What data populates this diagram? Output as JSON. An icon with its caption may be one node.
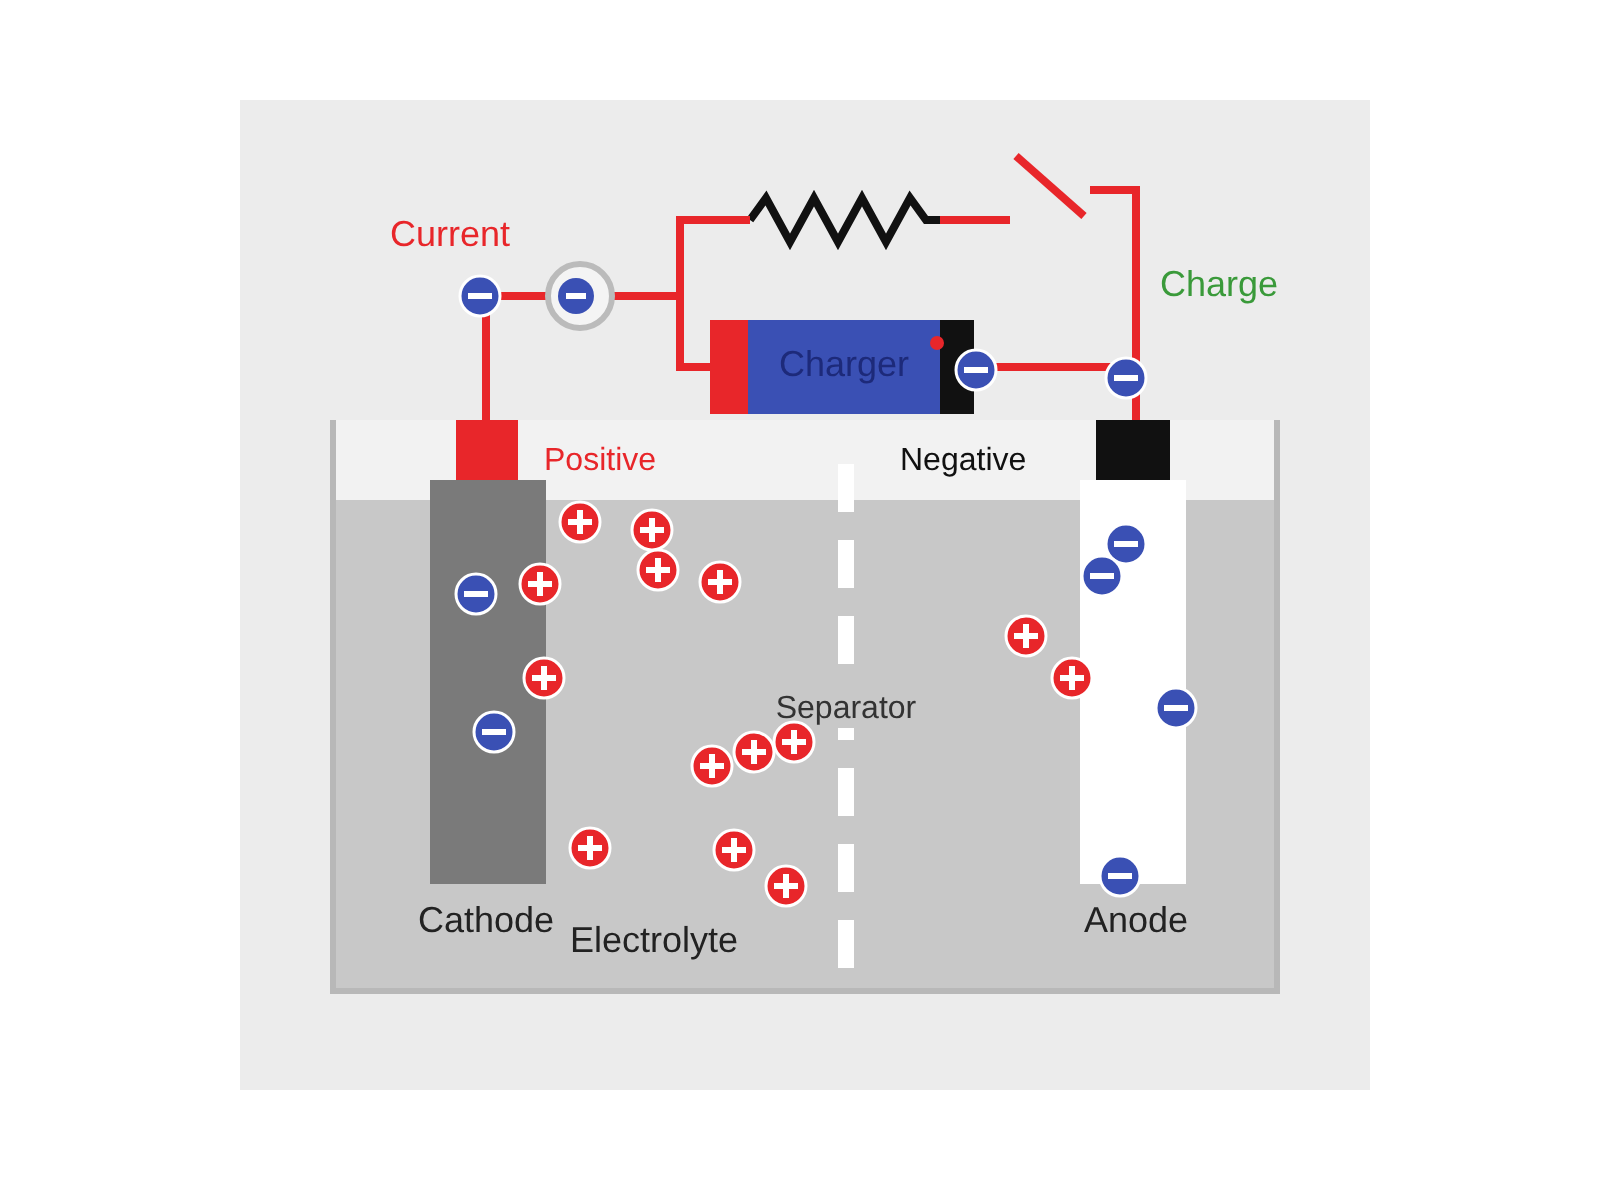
{
  "diagram": {
    "nodes": [
      {
        "text": [
          "Electrolyte"
        ]
      },
      {
        "text": [
          "Cathode"
        ],
        "in": 0
      },
      {
        "text": [
          "Anode"
        ],
        "in": 0
      },
      {
        "text": [
          "Separator"
        ],
        "in": 0
      },
      {
        "text": [
          "Charger"
        ]
      },
      {
        "text": [],
        "shape": "resistor"
      },
      {
        "text": [],
        "shape": "switch"
      }
    ],
    "edges": [
      {
        "from": 1,
        "to": 4,
        "arrow": "none"
      },
      {
        "from": 4,
        "to": 2,
        "arrow": "none"
      },
      {
        "from": 1,
        "to": 5,
        "arrow": "none"
      },
      {
        "from": 5,
        "to": 6,
        "arrow": "none"
      },
      {
        "from": 6,
        "to": 2,
        "arrow": "none"
      }
    ],
    "labels": [
      "Current",
      "Charge",
      "Positive",
      "Negative"
    ]
  }
}
